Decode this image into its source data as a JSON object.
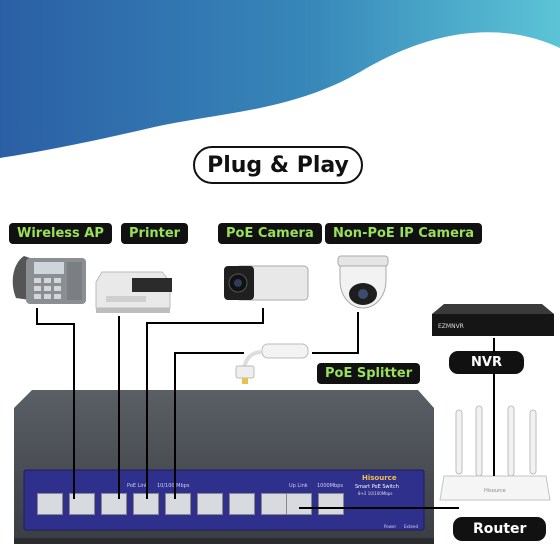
{
  "title": "Plug & Play",
  "labels": {
    "wireless_ap": "Wireless AP",
    "printer": "Printer",
    "poe_camera": "PoE Camera",
    "non_poe_ip_camera": "Non-PoE IP Camera",
    "poe_splitter": "PoE Splitter",
    "nvr": "NVR",
    "router": "Router"
  },
  "switch": {
    "brand": "Hisource",
    "model": "Smart PoE Switch",
    "spec": "8+2 10/100Mbps",
    "poe_label": "PoE Link",
    "speed_label": "10/100 Mbps",
    "uplink_label": "Up Link",
    "uplink_speed": "1000Mbps",
    "power_label": "Power",
    "extend_label": "Extend"
  },
  "nvr_device": {
    "brand": "EZMNVR"
  },
  "router_device": {
    "brand": "Hisource"
  },
  "colors": {
    "wave_blue": "#2d6aa8",
    "wave_teal": "#46b0cc",
    "label_green": "#9be05a",
    "switch_body": "#4a4e55",
    "switch_panel": "#2e2f8a"
  }
}
